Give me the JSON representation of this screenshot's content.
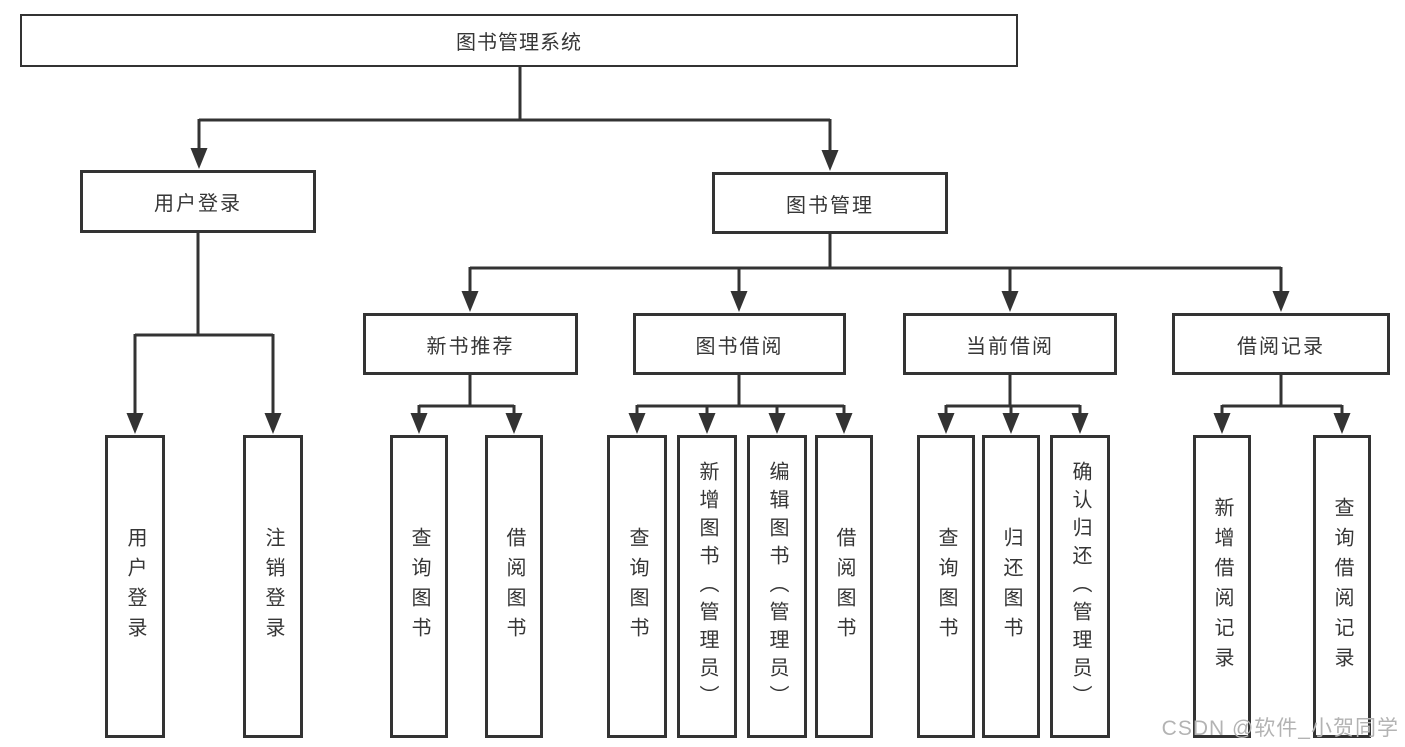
{
  "tree": {
    "root": "图书管理系统",
    "branches": [
      {
        "label": "用户登录",
        "children": [
          "用户登录",
          "注销登录"
        ]
      },
      {
        "label": "图书管理",
        "sections": [
          {
            "label": "新书推荐",
            "children": [
              "查询图书",
              "借阅图书"
            ]
          },
          {
            "label": "图书借阅",
            "children": [
              "查询图书",
              "新增图书（管理员）",
              "编辑图书（管理员）",
              "借阅图书"
            ]
          },
          {
            "label": "当前借阅",
            "children": [
              "查询图书",
              "归还图书",
              "确认归还（管理员）"
            ]
          },
          {
            "label": "借阅记录",
            "children": [
              "新增借阅记录",
              "查询借阅记录"
            ]
          }
        ]
      }
    ]
  },
  "watermark": "CSDN @软件_小贺同学",
  "colors": {
    "line": "#333333",
    "text": "#363636",
    "box_background": "#ffffff",
    "watermark": "#b3b3b3",
    "background": "#ffffff"
  }
}
